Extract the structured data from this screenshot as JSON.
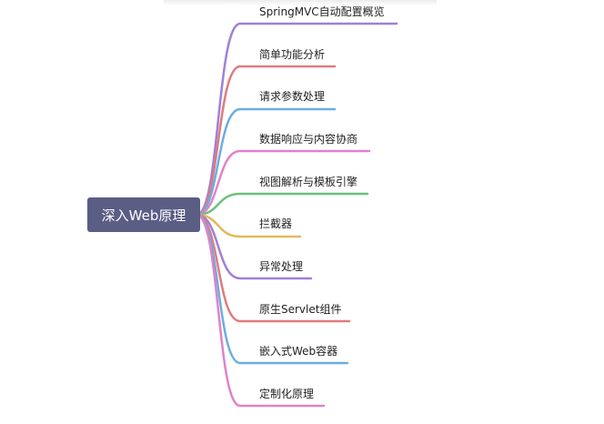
{
  "root": {
    "label": "深入Web原理",
    "color": "#5a5d84"
  },
  "branches": [
    {
      "label": "SpringMVC自动配置概览",
      "color": "#a07fd8"
    },
    {
      "label": "简单功能分析",
      "color": "#e07b7b"
    },
    {
      "label": "请求参数处理",
      "color": "#6aaee0"
    },
    {
      "label": "数据响应与内容协商",
      "color": "#e082c8"
    },
    {
      "label": "视图解析与模板引擎",
      "color": "#6cc07a"
    },
    {
      "label": "拦截器",
      "color": "#e2b95a"
    },
    {
      "label": "异常处理",
      "color": "#a07fd8"
    },
    {
      "label": "原生Servlet组件",
      "color": "#e07b7b"
    },
    {
      "label": "嵌入式Web容器",
      "color": "#6aaee0"
    },
    {
      "label": "定制化原理",
      "color": "#e082c8"
    }
  ]
}
